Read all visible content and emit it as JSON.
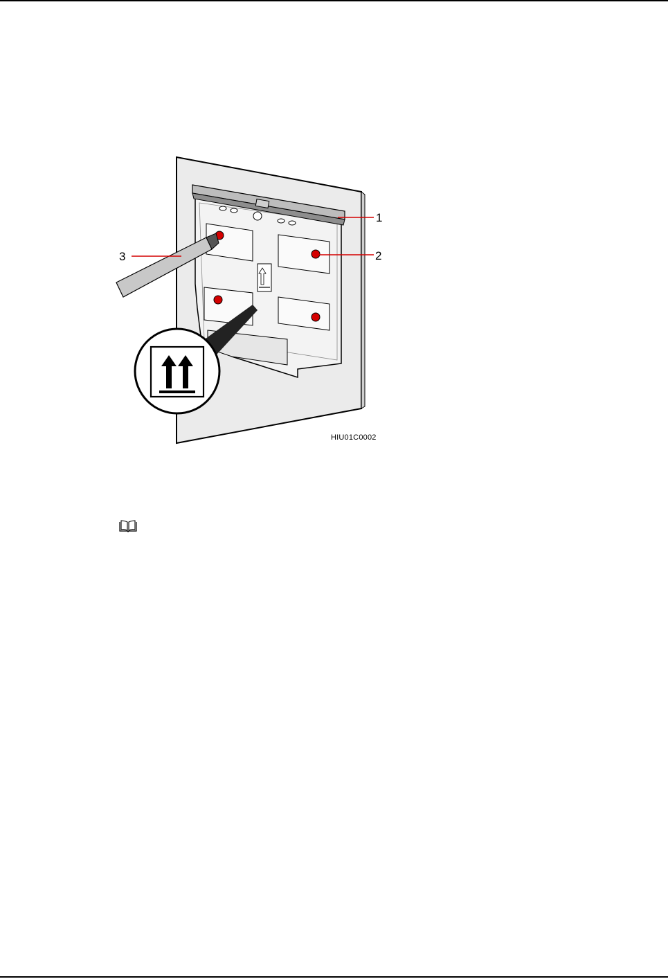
{
  "figure": {
    "callouts": [
      "1",
      "2",
      "3"
    ],
    "code": "HIU01C0002"
  },
  "note": {
    "icon": "book-icon"
  }
}
